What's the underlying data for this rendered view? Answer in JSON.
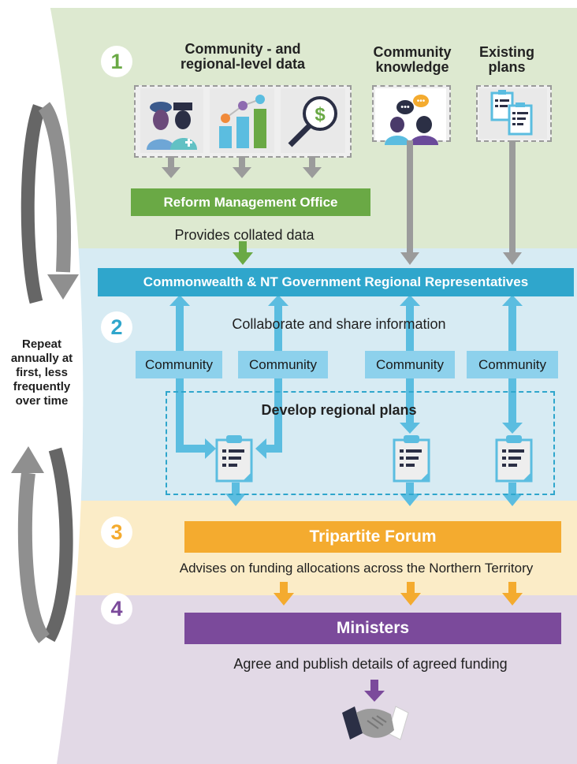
{
  "steps": {
    "one": "1",
    "two": "2",
    "three": "3",
    "four": "4"
  },
  "inputs": {
    "data_heading": "Community - and regional-level data",
    "knowledge_heading": "Community knowledge",
    "plans_heading": "Existing plans"
  },
  "reform_office": "Reform Management Office",
  "provides_text": "Provides collated data",
  "reps": "Commonwealth & NT Government Regional Representatives",
  "collaborate_text": "Collaborate and share information",
  "community_labels": [
    "Community",
    "Community",
    "Community",
    "Community"
  ],
  "develop_text": "Develop regional plans",
  "tripartite": "Tripartite Forum",
  "advises_text": "Advises on funding allocations across the Northern Territory",
  "ministers": "Ministers",
  "agree_text": "Agree and publish details of agreed funding",
  "side_note": "Repeat annually at first, less frequently over time",
  "colors": {
    "step1_bg": "#dde9d0",
    "step2_bg": "#d7ebf3",
    "step3_bg": "#fbecc7",
    "step4_bg": "#e2d9e6",
    "green": "#6aa945",
    "blue": "#2fa6cc",
    "light_blue": "#8dd1ec",
    "orange": "#f4ab2f",
    "purple": "#7b4a9b",
    "grey_arrow": "#9b9b9b"
  },
  "icons": [
    "police-and-nurse-icon",
    "bar-chart-icon",
    "magnifier-dollar-icon",
    "people-speech-icon",
    "clipboard-plans-icon",
    "regional-plan-icon",
    "handshake-icon",
    "cycle-arrow-icon"
  ]
}
